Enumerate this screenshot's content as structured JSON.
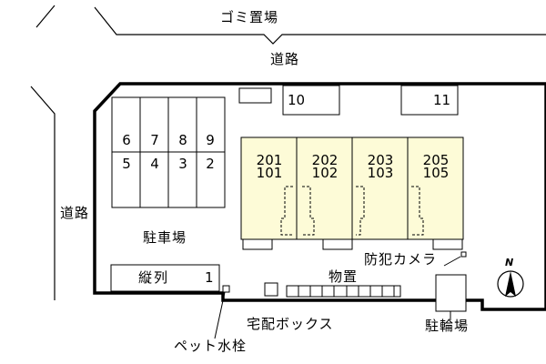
{
  "labels": {
    "garbage": "ゴミ置場",
    "road_top": "道路",
    "road_left": "道路",
    "parking": "駐車場",
    "tandem": "縦列",
    "tandem_number": "1",
    "storage": "物置",
    "camera": "防犯カメラ",
    "delivery_box": "宅配ボックス",
    "bike_parking": "駐輪場",
    "pet_faucet": "ペット水栓",
    "north": "N"
  },
  "outdoor_spaces": [
    "10",
    "11"
  ],
  "parking_spaces": {
    "top_row": [
      "6",
      "7",
      "8",
      "9"
    ],
    "bottom_row": [
      "5",
      "4",
      "3",
      "2"
    ]
  },
  "units": [
    {
      "upper": "201",
      "lower": "101"
    },
    {
      "upper": "202",
      "lower": "102"
    },
    {
      "upper": "203",
      "lower": "103"
    },
    {
      "upper": "205",
      "lower": "105"
    }
  ],
  "colors": {
    "building": "#fdfbd7",
    "line": "#000000",
    "background": "#ffffff"
  }
}
